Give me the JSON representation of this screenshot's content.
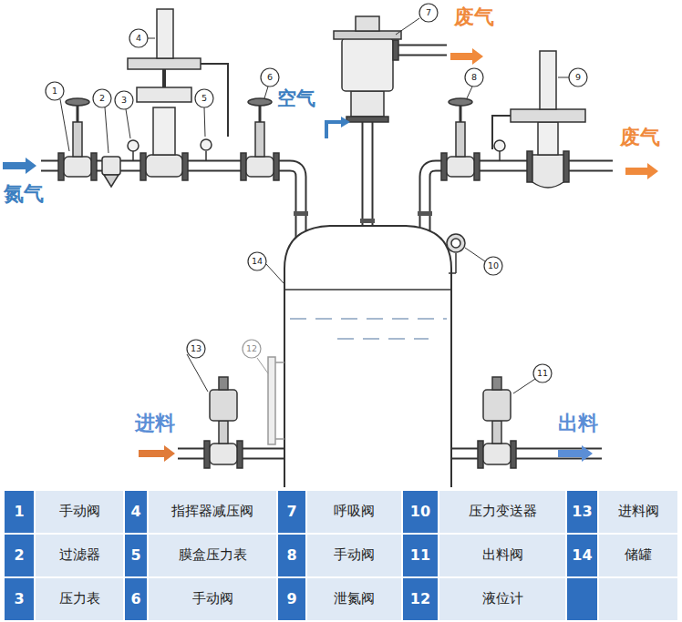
{
  "diagram": {
    "labels": [
      "氮气",
      "空气",
      "废气",
      "废气",
      "进料",
      "出料",
      "1",
      "2",
      "3",
      "4",
      "5",
      "6",
      "7",
      "8",
      "9",
      "10",
      "11",
      "12",
      "13",
      "14",
      "1",
      "手动阀",
      "4",
      "指挥器减压阀",
      "7",
      "呼吸阀",
      "10",
      "压力变送器",
      "13",
      "进料阀",
      "2",
      "过滤器",
      "5",
      "膜盒压力表",
      "8",
      "手动阀",
      "11",
      "出料阀",
      "14",
      "储罐",
      "3",
      "压力表",
      "6",
      "手动阀",
      "9",
      "泄氮阀",
      "12",
      "液位计"
    ]
  }
}
